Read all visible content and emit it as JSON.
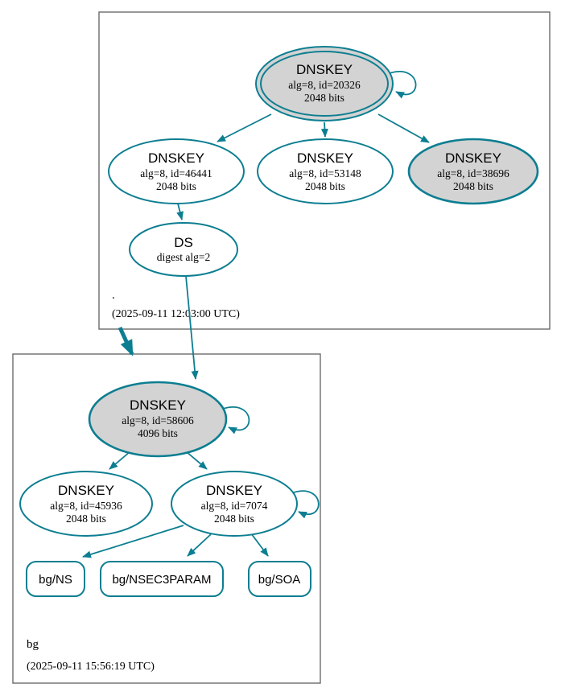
{
  "diagram": {
    "type": "dnssec-authentication-chain",
    "colors": {
      "edge_secure": "#0d7e91",
      "node_fill_ksk": "#d3d3d3",
      "node_fill_zsk": "#ffffff",
      "cluster_border": "#6b6b6b",
      "background": "#ffffff"
    },
    "clusters": {
      "root": {
        "label": ".",
        "timestamp": "(2025-09-11 12:03:00 UTC)"
      },
      "bg": {
        "label": "bg",
        "timestamp": "(2025-09-11 15:56:19 UTC)"
      }
    },
    "nodes": {
      "root_ksk": {
        "title": "DNSKEY",
        "detail1": "alg=8, id=20326",
        "detail2": "2048 bits"
      },
      "root_zsk1": {
        "title": "DNSKEY",
        "detail1": "alg=8, id=46441",
        "detail2": "2048 bits"
      },
      "root_zsk2": {
        "title": "DNSKEY",
        "detail1": "alg=8, id=53148",
        "detail2": "2048 bits"
      },
      "root_key3": {
        "title": "DNSKEY",
        "detail1": "alg=8, id=38696",
        "detail2": "2048 bits"
      },
      "root_ds": {
        "title": "DS",
        "detail1": "digest alg=2"
      },
      "bg_ksk": {
        "title": "DNSKEY",
        "detail1": "alg=8, id=58606",
        "detail2": "4096 bits"
      },
      "bg_zsk1": {
        "title": "DNSKEY",
        "detail1": "alg=8, id=45936",
        "detail2": "2048 bits"
      },
      "bg_zsk2": {
        "title": "DNSKEY",
        "detail1": "alg=8, id=7074",
        "detail2": "2048 bits"
      },
      "rr_ns": {
        "label": "bg/NS"
      },
      "rr_nsec3param": {
        "label": "bg/NSEC3PARAM"
      },
      "rr_soa": {
        "label": "bg/SOA"
      }
    },
    "edges": [
      {
        "from": "DNSKEY alg=8 id=20326",
        "to": "DNSKEY alg=8 id=20326",
        "kind": "self-sign"
      },
      {
        "from": "DNSKEY alg=8 id=20326",
        "to": "DNSKEY alg=8 id=46441",
        "kind": "sign"
      },
      {
        "from": "DNSKEY alg=8 id=20326",
        "to": "DNSKEY alg=8 id=53148",
        "kind": "sign"
      },
      {
        "from": "DNSKEY alg=8 id=20326",
        "to": "DNSKEY alg=8 id=38696",
        "kind": "sign"
      },
      {
        "from": "DNSKEY alg=8 id=46441",
        "to": "DS digest alg=2",
        "kind": "sign"
      },
      {
        "from": "DS digest alg=2",
        "to": "DNSKEY alg=8 id=58606",
        "kind": "ds-to-dnskey"
      },
      {
        "from": "zone .",
        "to": "zone bg",
        "kind": "delegation-thick"
      },
      {
        "from": "DNSKEY alg=8 id=58606",
        "to": "DNSKEY alg=8 id=58606",
        "kind": "self-sign"
      },
      {
        "from": "DNSKEY alg=8 id=58606",
        "to": "DNSKEY alg=8 id=45936",
        "kind": "sign"
      },
      {
        "from": "DNSKEY alg=8 id=58606",
        "to": "DNSKEY alg=8 id=7074",
        "kind": "sign"
      },
      {
        "from": "DNSKEY alg=8 id=7074",
        "to": "DNSKEY alg=8 id=7074",
        "kind": "self-sign"
      },
      {
        "from": "DNSKEY alg=8 id=7074",
        "to": "bg/NS",
        "kind": "sign"
      },
      {
        "from": "DNSKEY alg=8 id=7074",
        "to": "bg/NSEC3PARAM",
        "kind": "sign"
      },
      {
        "from": "DNSKEY alg=8 id=7074",
        "to": "bg/SOA",
        "kind": "sign"
      }
    ]
  }
}
